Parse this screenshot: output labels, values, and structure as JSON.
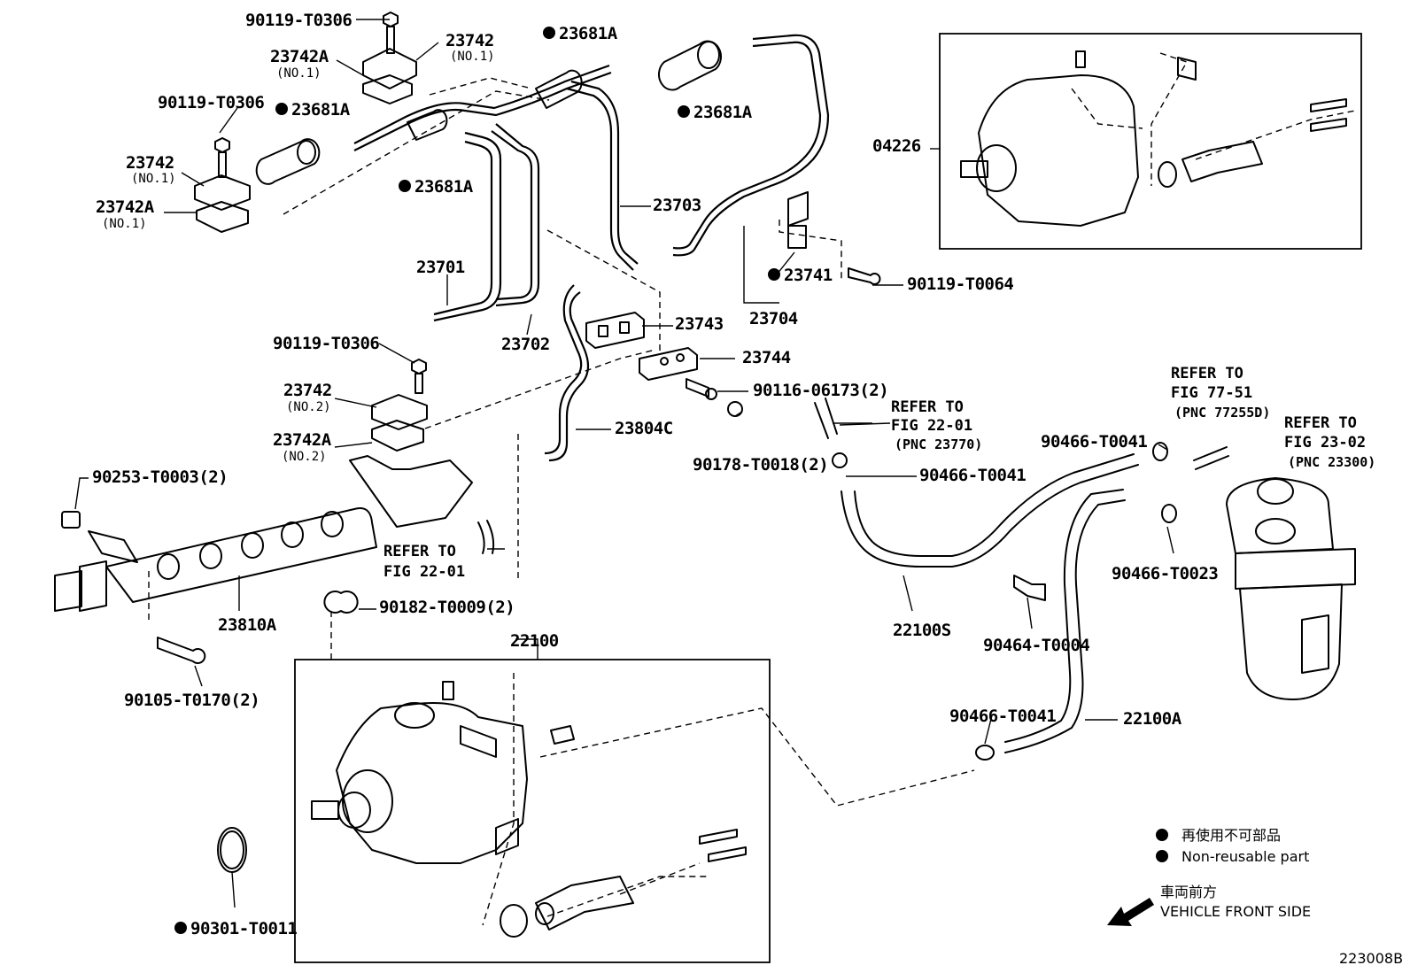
{
  "labels": {
    "l_90119_T0306_a": "90119-T0306",
    "l_23742_a": "23742",
    "l_23742_a_sub": "(NO.1)",
    "l_23742A_a": "23742A",
    "l_23742A_a_sub": "(NO.1)",
    "l_23681A_top": "23681A",
    "l_90119_T0306_b": "90119-T0306",
    "l_23681A_left": "23681A",
    "l_23681A_right": "23681A",
    "l_23742_b": "23742",
    "l_23742_b_sub": "(NO.1)",
    "l_23742A_b": "23742A",
    "l_23742A_b_sub": "(NO.1)",
    "l_23681A_mid": "23681A",
    "l_23703": "23703",
    "l_04226": "04226",
    "l_23701": "23701",
    "l_23741": "23741",
    "l_90119_T0064": "90119-T0064",
    "l_23743": "23743",
    "l_23704": "23704",
    "l_23702": "23702",
    "l_90119_T0306_c": "90119-T0306",
    "l_23744": "23744",
    "l_23742_c": "23742",
    "l_23742_c_sub": "(NO.2)",
    "l_90116_06173": "90116-06173(2)",
    "l_23804C": "23804C",
    "l_23742A_c": "23742A",
    "l_23742A_c_sub": "(NO.2)",
    "l_90178_T0018": "90178-T0018(2)",
    "l_90466_T0041_a": "90466-T0041",
    "l_90466_T0041_b": "90466-T0041",
    "l_90466_T0041_c": "90466-T0041",
    "l_90253_T0003": "90253-T0003(2)",
    "l_23810A": "23810A",
    "l_90182_T0009": "90182-T0009(2)",
    "l_90466_T0023": "90466-T0023",
    "l_22100S": "22100S",
    "l_90464_T0004": "90464-T0004",
    "l_22100": "22100",
    "l_90105_T0170": "90105-T0170(2)",
    "l_22100A": "22100A",
    "l_90301_T0011": "90301-T0011"
  },
  "refs": {
    "ref_22_01_a": [
      "REFER TO",
      "FIG 22-01",
      "(PNC 23770)"
    ],
    "ref_22_01_b": [
      "REFER TO",
      "FIG 22-01"
    ],
    "ref_77_51": [
      "REFER TO",
      "FIG 77-51",
      "(PNC 77255D)"
    ],
    "ref_23_02": [
      "REFER TO",
      "FIG 23-02",
      "(PNC 23300)"
    ]
  },
  "legend": {
    "jp": "再使用不可部品",
    "en": "Non-reusable part",
    "front_jp": "車両前方",
    "front_en": "VEHICLE FRONT SIDE"
  },
  "figure_id": "223008B"
}
